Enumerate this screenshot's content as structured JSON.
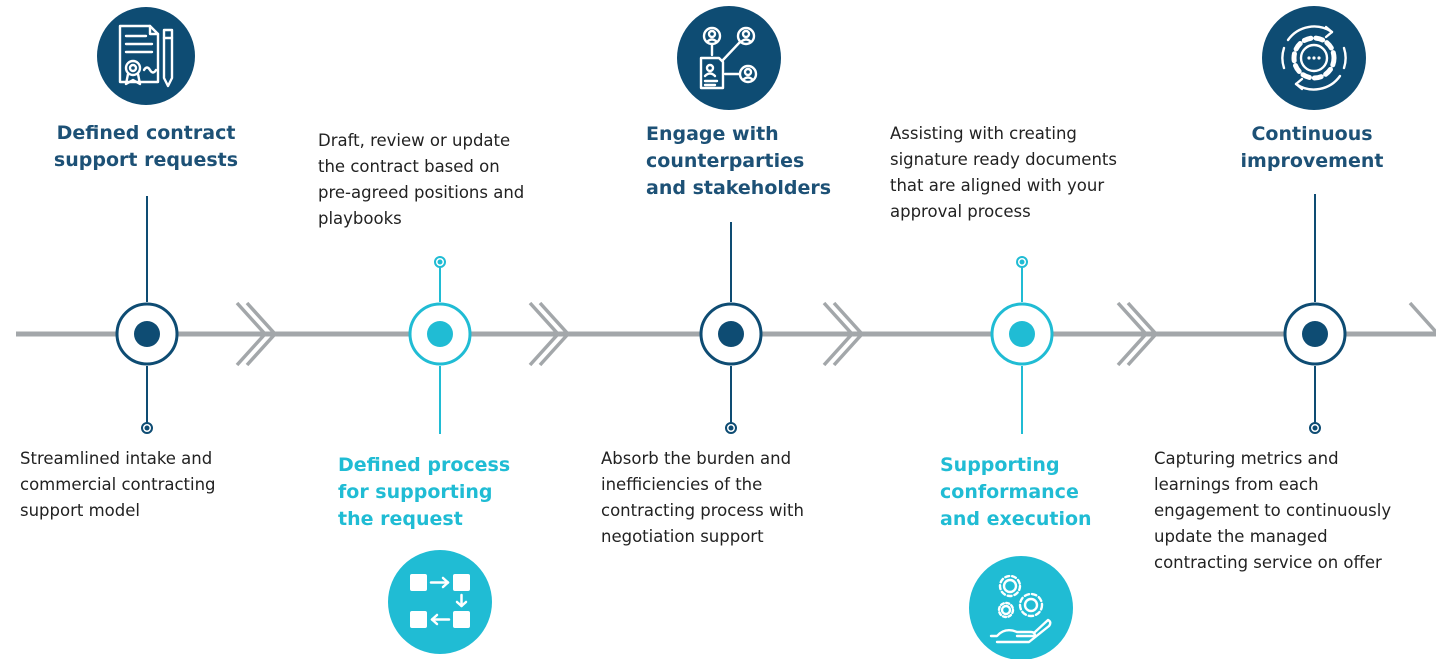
{
  "colors": {
    "dark": "#0e4c73",
    "dark_title": "#1d5176",
    "light": "#20bcd4",
    "line": "#a3a7aa",
    "text": "#222222"
  },
  "steps": [
    {
      "id": "intake",
      "title": "Defined contract\nsupport requests",
      "description": "Streamlined intake and\ncommercial contracting\nsupport model",
      "icon": "contract-document-icon",
      "tone": "dark"
    },
    {
      "id": "process",
      "title": "Defined process\nfor supporting\nthe request",
      "description": "Draft, review or update\nthe contract based on\npre-agreed positions and\nplaybooks",
      "icon": "process-flow-icon",
      "tone": "light"
    },
    {
      "id": "engage",
      "title": "Engage with\ncounterparties\nand stakeholders",
      "description": "Absorb the burden and\ninefficiencies of the\ncontracting process with\nnegotiation support",
      "icon": "stakeholders-network-icon",
      "tone": "dark"
    },
    {
      "id": "execution",
      "title": "Supporting\nconformance\nand execution",
      "description": "Assisting with creating\nsignature ready documents\nthat are aligned with your\napproval process",
      "icon": "gears-hand-icon",
      "tone": "light"
    },
    {
      "id": "improvement",
      "title": "Continuous\nimprovement",
      "description": "Capturing metrics and\nlearnings from each\nengagement to continuously\nupdate the managed\ncontracting service on offer",
      "icon": "continuous-improvement-gear-icon",
      "tone": "dark"
    }
  ]
}
